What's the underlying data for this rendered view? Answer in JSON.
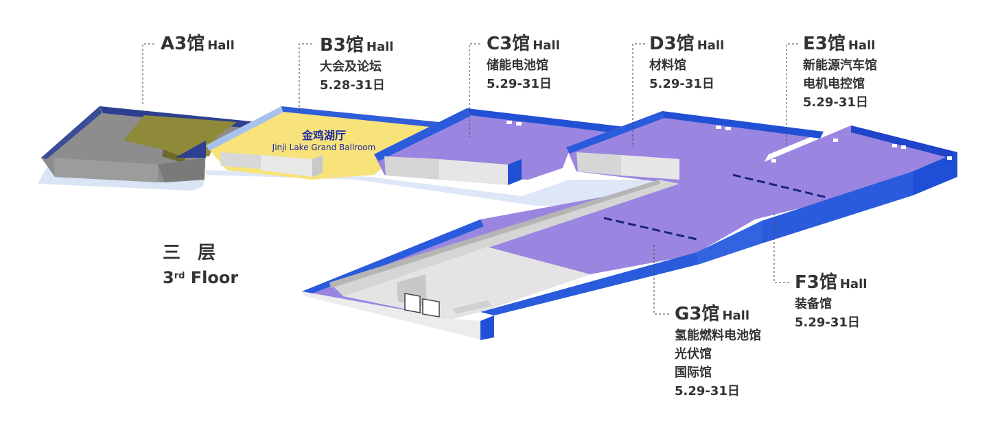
{
  "floor": {
    "cn": "三 层",
    "en_main": "3",
    "en_sup": "rd",
    "en_rest": " Floor"
  },
  "colors": {
    "blue_wall": "#1f4fd6",
    "purple_floor": "#9a86e0",
    "yellow_floor": "#f8e27a",
    "gray_hall": "#8a8a8a",
    "olive_roof": "#8e8a3a",
    "navy_text": "#1c2aa8"
  },
  "ballroom": {
    "name_cn": "金鸡湖厅",
    "name_en": "Jinji Lake Grand Ballroom"
  },
  "halls": [
    {
      "id": "A3",
      "name": "A3馆",
      "hall": "Hall",
      "lines": []
    },
    {
      "id": "B3",
      "name": "B3馆",
      "hall": "Hall",
      "lines": [
        "大会及论坛",
        "5.28-31日"
      ]
    },
    {
      "id": "C3",
      "name": "C3馆",
      "hall": "Hall",
      "lines": [
        "储能电池馆",
        "5.29-31日"
      ]
    },
    {
      "id": "D3",
      "name": "D3馆",
      "hall": "Hall",
      "lines": [
        "材料馆",
        "5.29-31日"
      ]
    },
    {
      "id": "E3",
      "name": "E3馆",
      "hall": "Hall",
      "lines": [
        "新能源汽车馆",
        "电机电控馆",
        "5.29-31日"
      ]
    },
    {
      "id": "F3",
      "name": "F3馆",
      "hall": "Hall",
      "lines": [
        "装备馆",
        "5.29-31日"
      ]
    },
    {
      "id": "G3",
      "name": "G3馆",
      "hall": "Hall",
      "lines": [
        "氢能燃料电池馆",
        "光伏馆",
        "国际馆",
        "5.29-31日"
      ]
    }
  ]
}
